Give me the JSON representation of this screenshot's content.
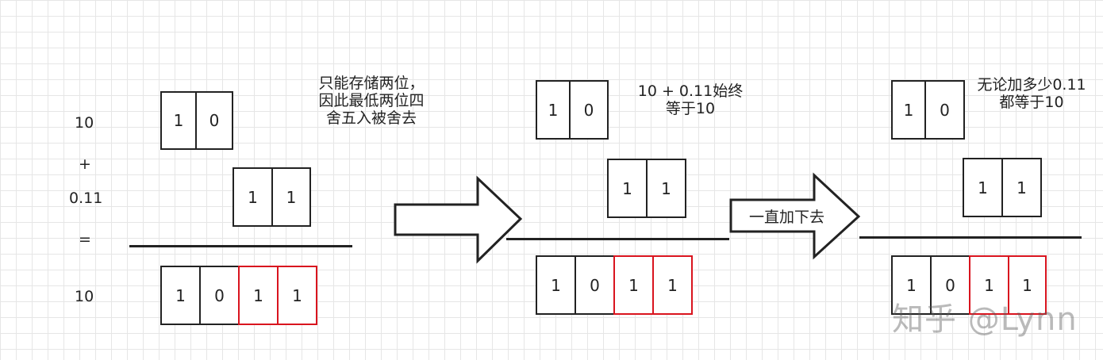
{
  "left_labels": {
    "a": "10",
    "plus": "+",
    "b": "0.11",
    "equals": "=",
    "result": "10"
  },
  "panel1": {
    "top_digits": [
      "1",
      "0"
    ],
    "add_digits": [
      "1",
      "1"
    ],
    "result_digits": [
      "1",
      "0",
      "1",
      "1"
    ],
    "note": "只能存储两位，\n因此最低两位四\n舍五入被舍去"
  },
  "panel2": {
    "top_digits": [
      "1",
      "0"
    ],
    "add_digits": [
      "1",
      "1"
    ],
    "result_digits": [
      "1",
      "0",
      "1",
      "1"
    ],
    "note": "10 + 0.11始终\n等于10"
  },
  "panel3": {
    "top_digits": [
      "1",
      "0"
    ],
    "add_digits": [
      "1",
      "1"
    ],
    "result_digits": [
      "1",
      "0",
      "1",
      "1"
    ],
    "note": "无论加多少0.11\n都等于10"
  },
  "arrow2_label": "一直加下去",
  "watermark": "知乎 @Lynn",
  "colors": {
    "box": "#222222",
    "highlight": "#d9141e"
  }
}
